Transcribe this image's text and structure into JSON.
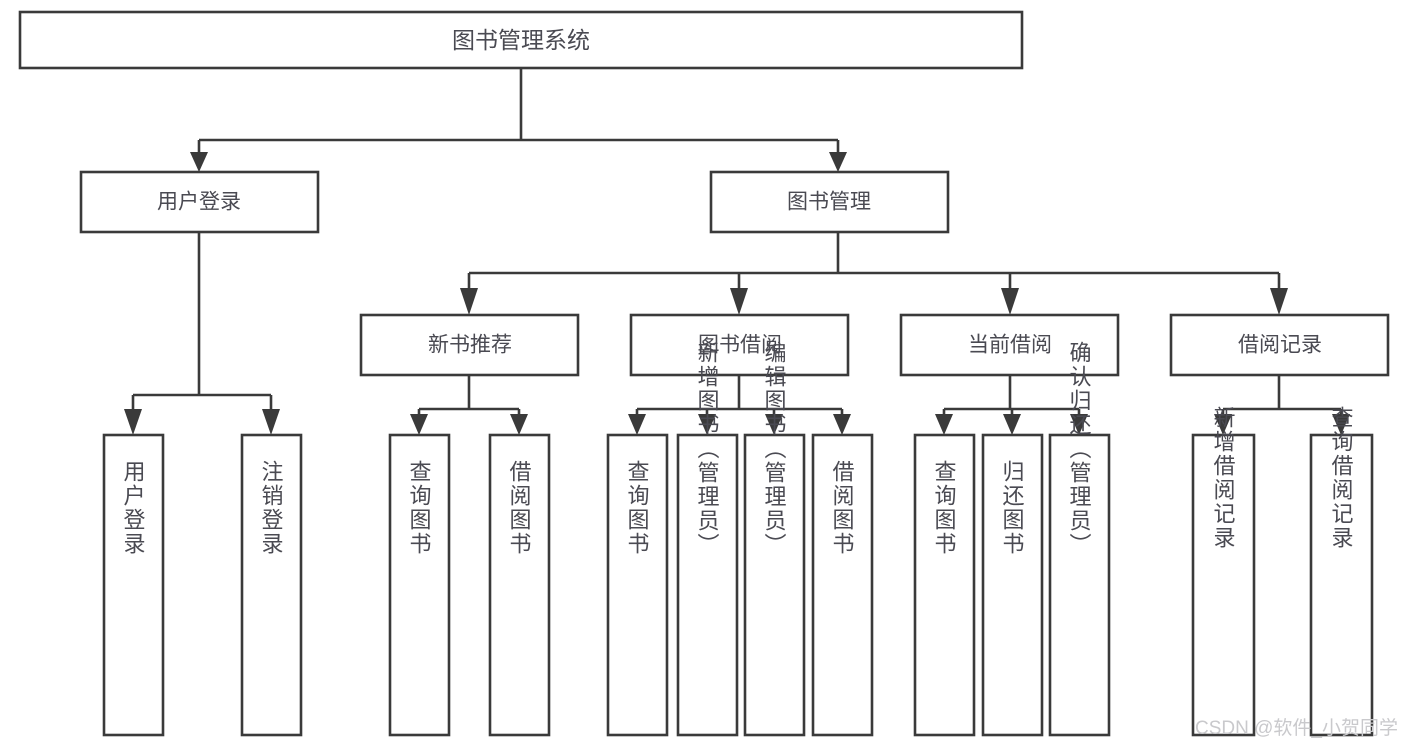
{
  "diagram": {
    "title": "图书管理系统",
    "type": "tree-hierarchy-chart",
    "root": {
      "label": "图书管理系统"
    },
    "level1": [
      {
        "label": "用户登录"
      },
      {
        "label": "图书管理"
      }
    ],
    "level2": [
      {
        "label": "新书推荐"
      },
      {
        "label": "图书借阅"
      },
      {
        "label": "当前借阅"
      },
      {
        "label": "借阅记录"
      }
    ],
    "leaves": {
      "user_login": [
        {
          "label": "用户登录"
        },
        {
          "label": "注销登录"
        }
      ],
      "new_book_recommend": [
        {
          "label": "查询图书"
        },
        {
          "label": "借阅图书"
        }
      ],
      "book_borrow": [
        {
          "label": "查询图书"
        },
        {
          "label": "新增图书（管理员）"
        },
        {
          "label": "编辑图书（管理员）"
        },
        {
          "label": "借阅图书"
        }
      ],
      "current_borrow": [
        {
          "label": "查询图书"
        },
        {
          "label": "归还图书"
        },
        {
          "label": "确认归还（管理员）"
        }
      ],
      "borrow_record": [
        {
          "label": "新增借阅记录"
        },
        {
          "label": "查询借阅记录"
        }
      ]
    }
  },
  "watermark": {
    "text": "CSDN @软件_小贺同学"
  },
  "colors": {
    "background": "#ffffff",
    "box_fill": "#ffffff",
    "box_stroke": "#3a3a3a",
    "text": "#4a4a52",
    "watermark": "#c9c9cc"
  }
}
